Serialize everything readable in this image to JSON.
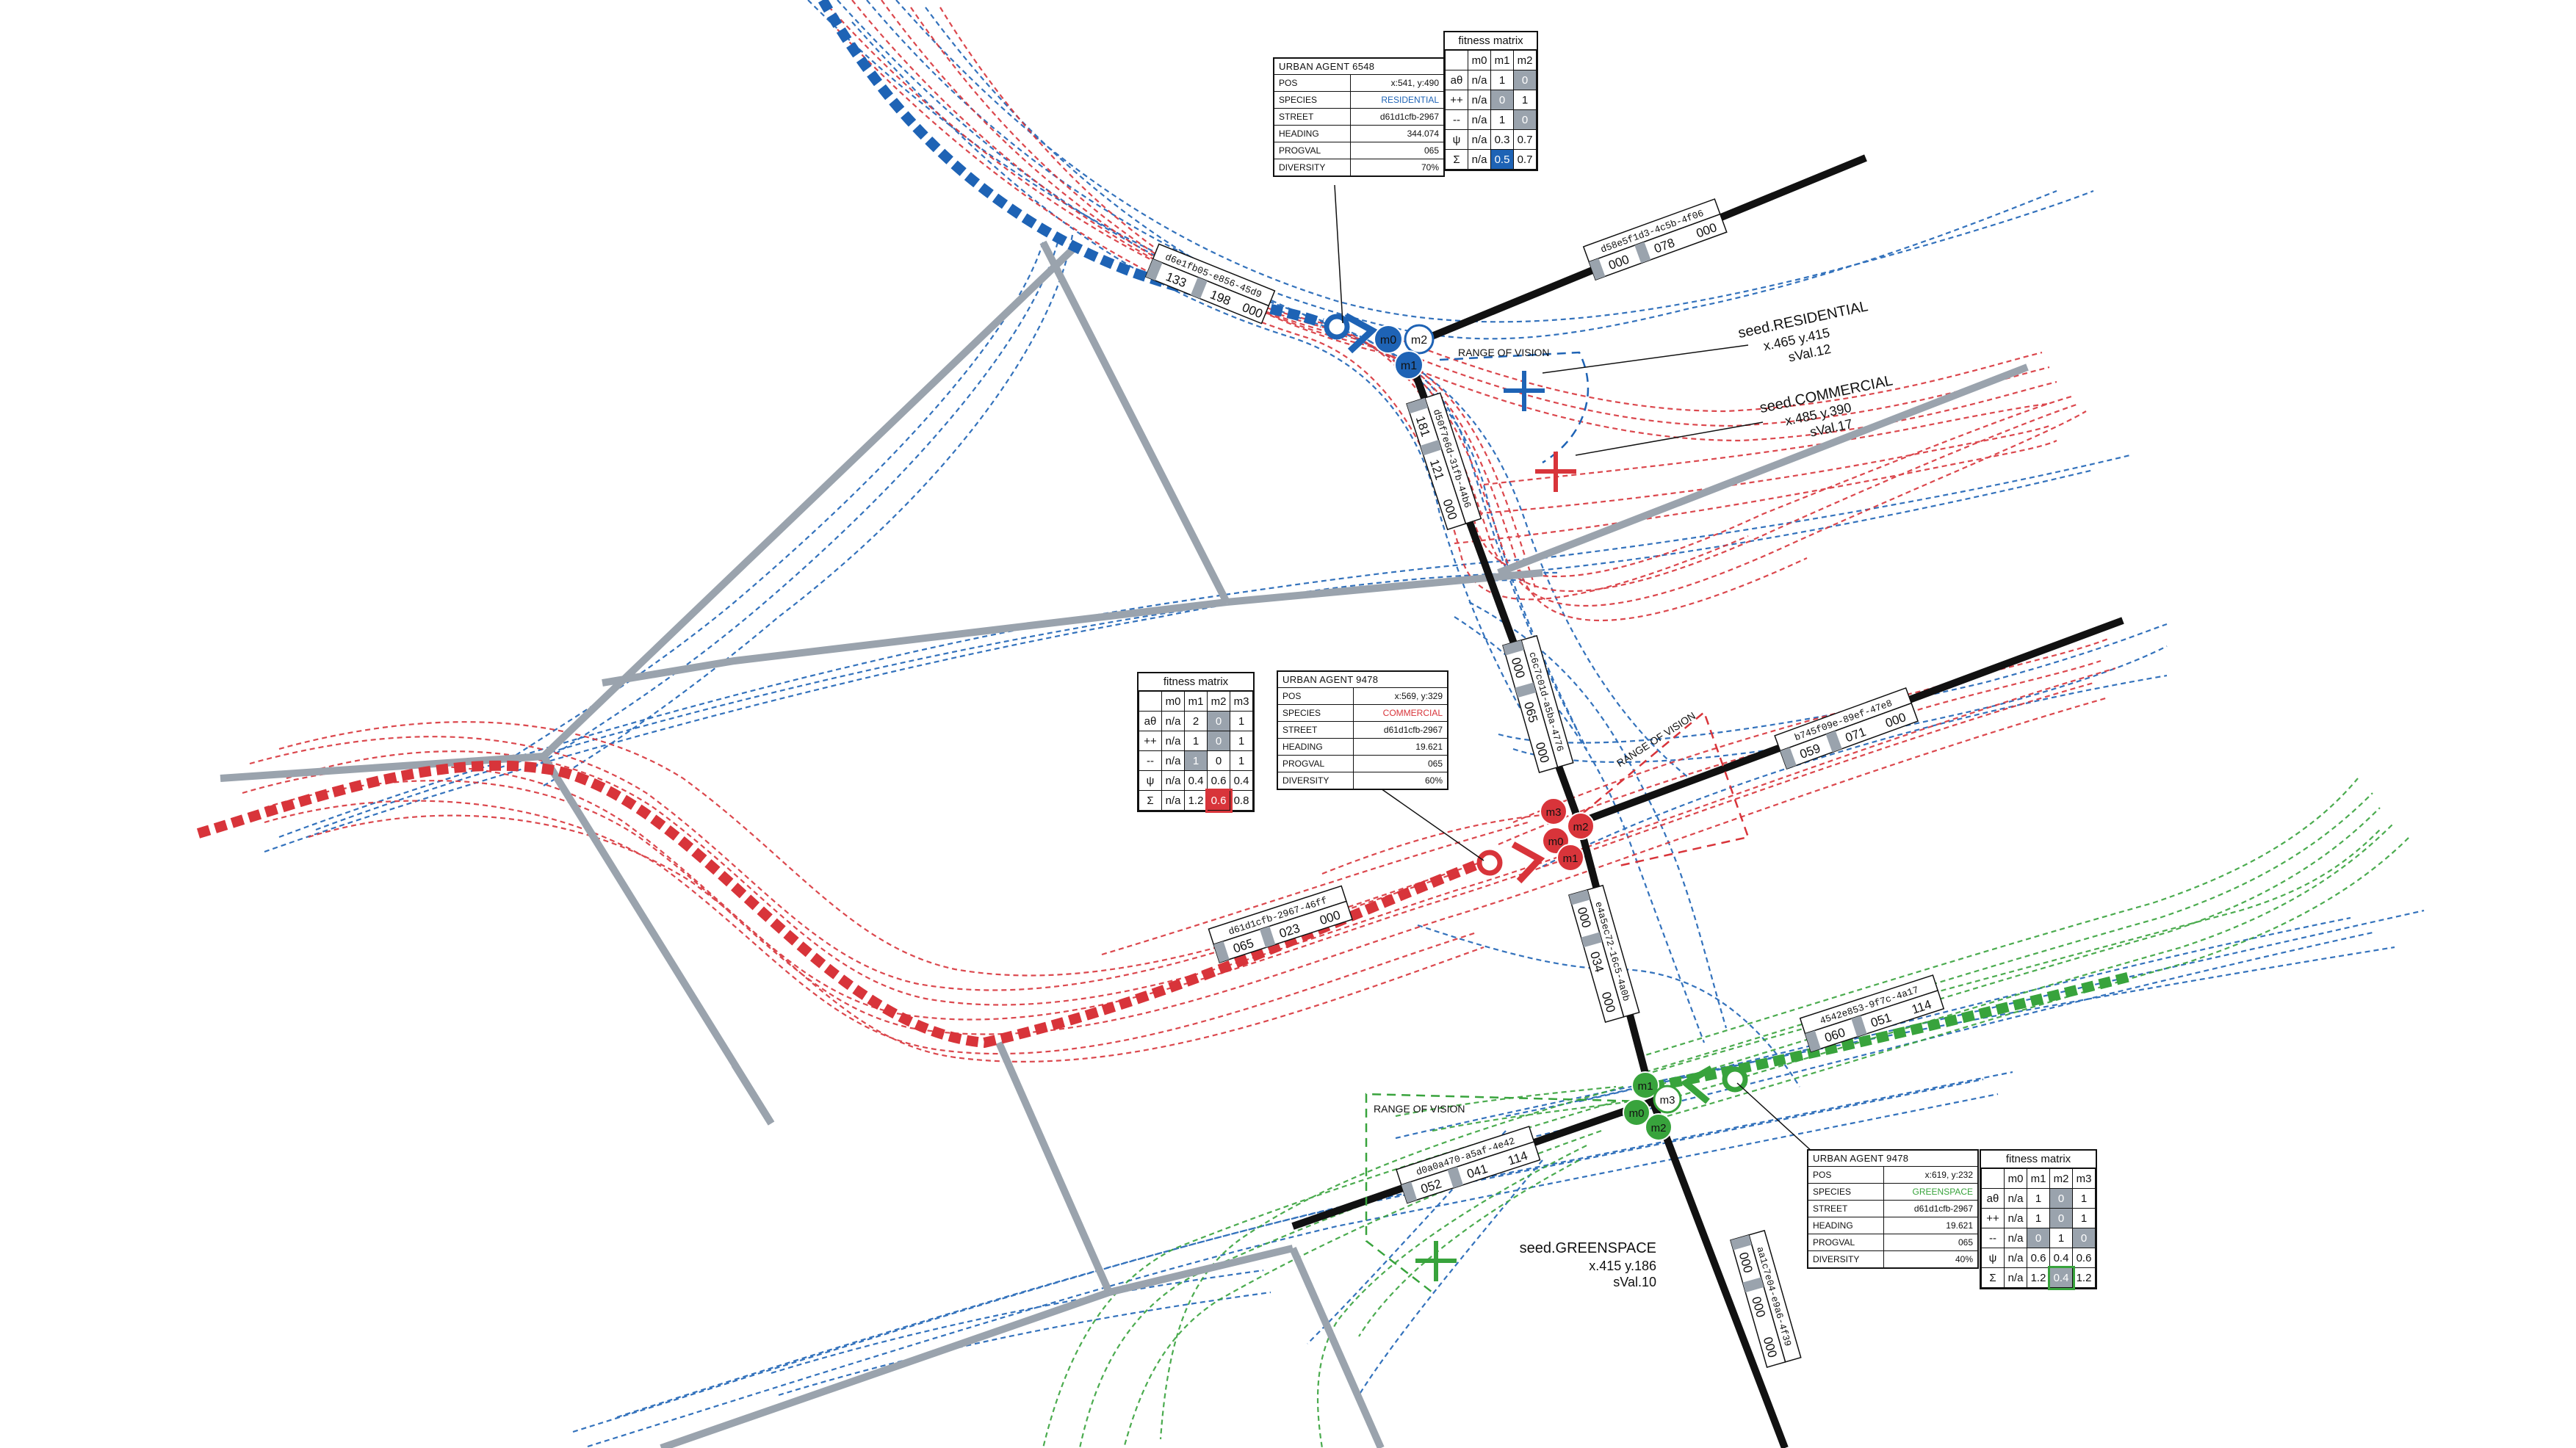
{
  "seeds": {
    "residential": {
      "name": "seed.RESIDENTIAL",
      "coords": "x.465 y.415",
      "sval": "sVal.12",
      "color": "#1e63b5"
    },
    "commercial": {
      "name": "seed.COMMERCIAL",
      "coords": "x.485 y.390",
      "sval": "sVal.17",
      "color": "#d8343a"
    },
    "greenspace": {
      "name": "seed.GREENSPACE",
      "coords": "x.415 y.186",
      "sval": "sVal.10",
      "color": "#38a33c"
    }
  },
  "range_of_vision": "RANGE OF VISION",
  "node_labels": {
    "m0": "m0",
    "m1": "m1",
    "m2": "m2",
    "m3": "m3"
  },
  "agents": [
    {
      "title": "URBAN AGENT 6548",
      "rows": [
        {
          "label": "POS",
          "value": "x:541, y:490"
        },
        {
          "label": "SPECIES",
          "value": "RESIDENTIAL"
        },
        {
          "label": "STREET",
          "value": "d61d1cfb-2967"
        },
        {
          "label": "HEADING",
          "value": "344.074"
        },
        {
          "label": "PROGVAL",
          "value": "065"
        },
        {
          "label": "DIVERSITY",
          "value": "70%"
        }
      ],
      "species_color": "#1e63b5"
    },
    {
      "title": "URBAN AGENT 9478",
      "rows": [
        {
          "label": "POS",
          "value": "x:569, y:329"
        },
        {
          "label": "SPECIES",
          "value": "COMMERCIAL"
        },
        {
          "label": "STREET",
          "value": "d61d1cfb-2967"
        },
        {
          "label": "HEADING",
          "value": "19.621"
        },
        {
          "label": "PROGVAL",
          "value": "065"
        },
        {
          "label": "DIVERSITY",
          "value": "60%"
        }
      ],
      "species_color": "#d8343a"
    },
    {
      "title": "URBAN AGENT 9478",
      "rows": [
        {
          "label": "POS",
          "value": "x:619, y:232"
        },
        {
          "label": "SPECIES",
          "value": "GREENSPACE"
        },
        {
          "label": "STREET",
          "value": "d61d1cfb-2967"
        },
        {
          "label": "HEADING",
          "value": "19.621"
        },
        {
          "label": "PROGVAL",
          "value": "065"
        },
        {
          "label": "DIVERSITY",
          "value": "40%"
        }
      ],
      "species_color": "#38a33c"
    }
  ],
  "matrices": [
    {
      "title": "fitness matrix",
      "cols": [
        "",
        "m0",
        "m1",
        "m2"
      ],
      "rows": [
        [
          "aθ",
          "n/a",
          "1",
          "0"
        ],
        [
          "++",
          "n/a",
          "0",
          "1"
        ],
        [
          "--",
          "n/a",
          "1",
          "0"
        ],
        [
          "ψ",
          "n/a",
          "0.3",
          "0.7"
        ],
        [
          "Σ",
          "n/a",
          "0.5",
          "0.7"
        ]
      ]
    },
    {
      "title": "fitness matrix",
      "cols": [
        "",
        "m0",
        "m1",
        "m2",
        "m3"
      ],
      "rows": [
        [
          "aθ",
          "n/a",
          "2",
          "0",
          "1"
        ],
        [
          "++",
          "n/a",
          "1",
          "0",
          "1"
        ],
        [
          "--",
          "n/a",
          "1",
          "0",
          "1"
        ],
        [
          "ψ",
          "n/a",
          "0.4",
          "0.6",
          "0.4"
        ],
        [
          "Σ",
          "n/a",
          "1.2",
          "0.6",
          "0.8"
        ]
      ]
    },
    {
      "title": "fitness matrix",
      "cols": [
        "",
        "m0",
        "m1",
        "m2",
        "m3"
      ],
      "rows": [
        [
          "aθ",
          "n/a",
          "1",
          "0",
          "1"
        ],
        [
          "++",
          "n/a",
          "1",
          "0",
          "1"
        ],
        [
          "--",
          "n/a",
          "0",
          "1",
          "0"
        ],
        [
          "ψ",
          "n/a",
          "0.6",
          "0.4",
          "0.6"
        ],
        [
          "Σ",
          "n/a",
          "1.2",
          "0.4",
          "1.2"
        ]
      ]
    }
  ],
  "street_ids": {
    "s1": "d6e1fb05-e856-45d9",
    "s2": "d58e5f1d3-4c5b-4f06",
    "s3": "d50f7e6d-31fb-44b6",
    "s4": "d61d1cfb-2967-46ff",
    "s5": "e4a5ec72-16c5-4a0b",
    "s6": "c6c7c01d-a5ba-4776",
    "s7": "b745f09e-89ef-47e8",
    "s8": "d0a0a470-a5af-4e42",
    "s9": "4542e853-9f7c-4a17",
    "s10": "aa1c7e04-e9a6-4f39"
  },
  "counters": {
    "s1": [
      "133",
      "198",
      "000"
    ],
    "s2": [
      "000",
      "078",
      "000"
    ],
    "s3": [
      "181",
      "121",
      "000"
    ],
    "s4": [
      "065",
      "023",
      "000"
    ],
    "s5": [
      "000",
      "034",
      "000"
    ],
    "s6": [
      "000",
      "065",
      "000"
    ],
    "s7": [
      "059",
      "071",
      "000"
    ],
    "s8": [
      "052",
      "041",
      "114"
    ],
    "s9": [
      "060",
      "051",
      "114"
    ],
    "s10": [
      "000",
      "000",
      "000"
    ]
  }
}
